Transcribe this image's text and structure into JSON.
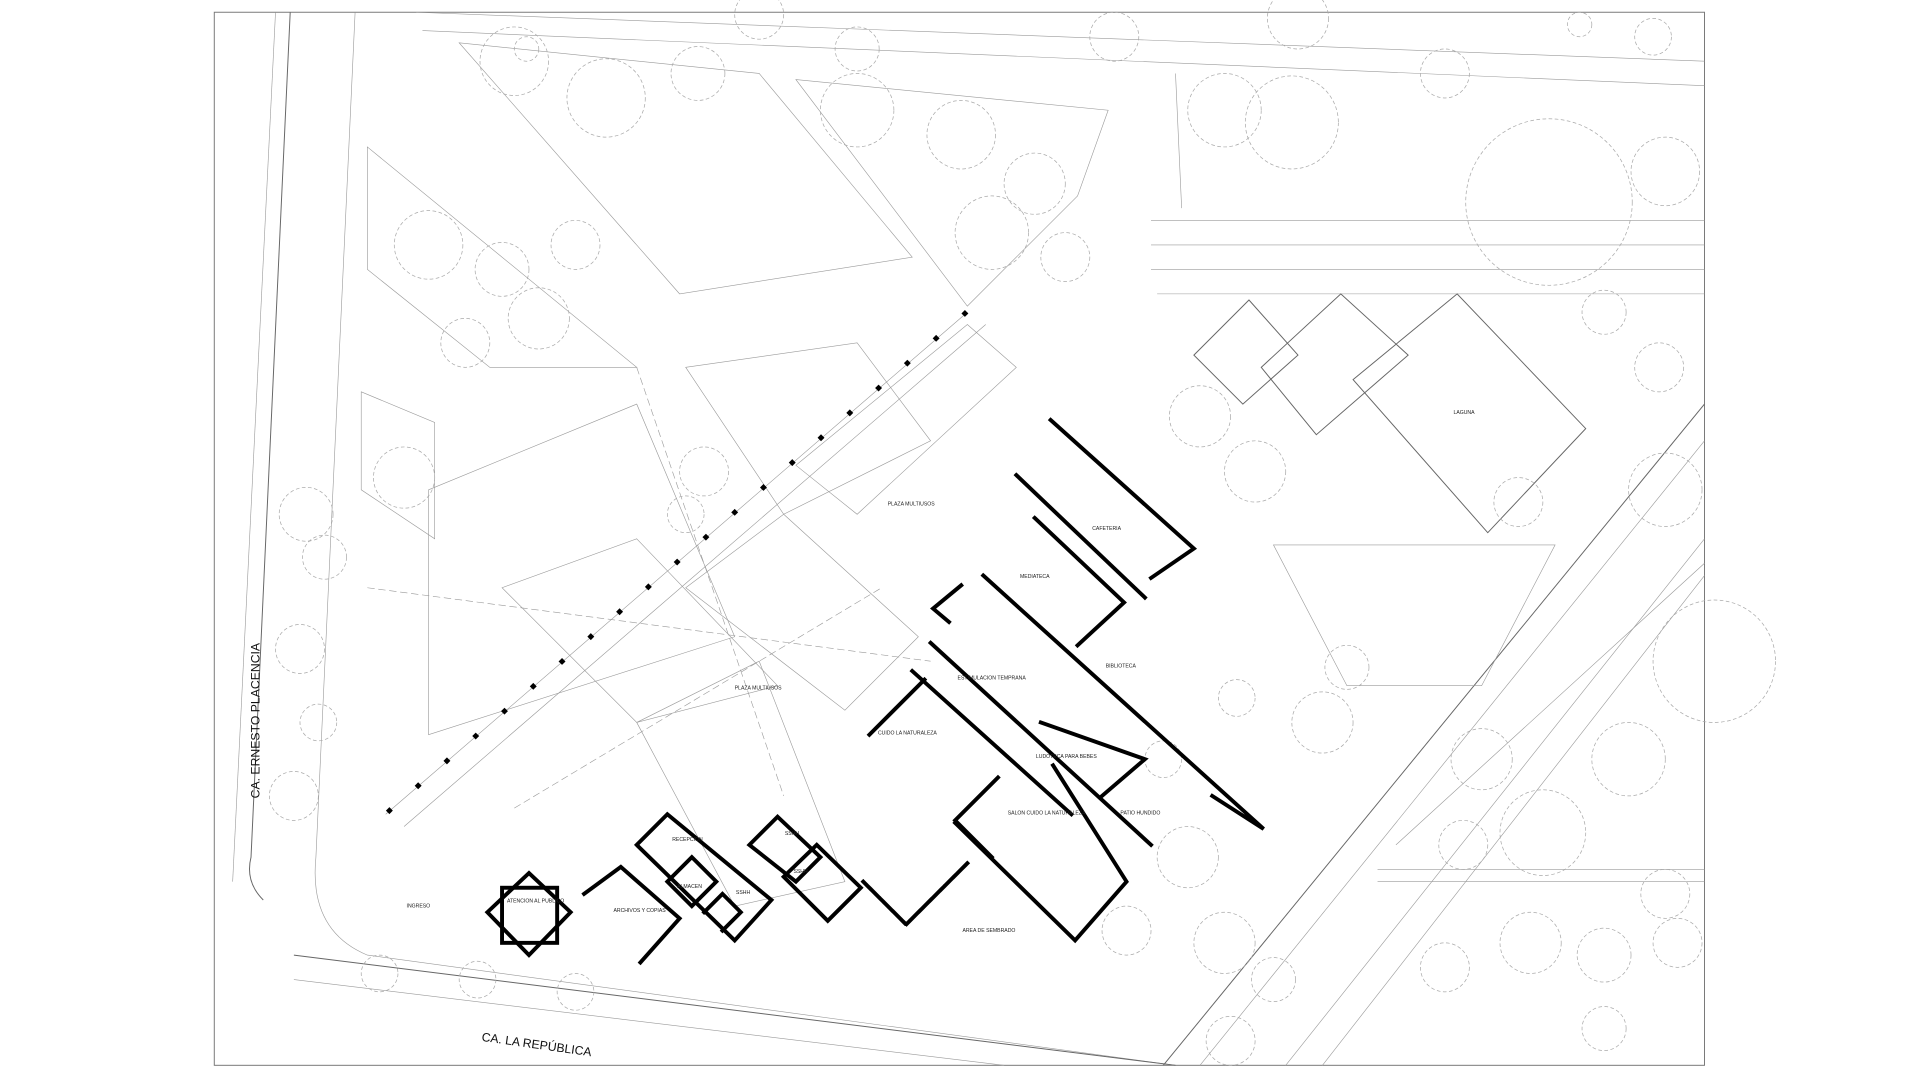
{
  "streets": {
    "west": "CA. ERNESTO PLACENCIA",
    "south": "CA. LA REPÚBLICA"
  },
  "spaces": {
    "laguna": "LAGUNA",
    "cafeteria": "CAFETERIA",
    "mediateca": "MEDIATECA",
    "biblioteca": "BIBLIOTECA",
    "estimulacion": "ESTIMULACION TEMPRANA",
    "plaza_north": "PLAZA MULTIUSOS",
    "plaza_center": "PLAZA MULTIUSOS",
    "ludoteca": "LUDOTECA PARA BEBES",
    "cuido": "CUIDO LA NATURALEZA",
    "salon_cuido": "SALON CUIDO LA NATURALEZA",
    "patio": "PATIO HUNDIDO",
    "recepcion": "RECEPCION",
    "sshh_1": "SSHH",
    "sshh_2": "SSHH",
    "sshh_3": "SSHH",
    "almacen": "ALMACEN",
    "atencion": "ATENCION AL PUBLICO",
    "archivos": "ARCHIVOS Y COPIAS",
    "ingreso": "INGRESO",
    "sembrado": "AREA DE SEMBRADO"
  },
  "colors": {
    "wall": "#000000",
    "line": "#9a9a9a",
    "background": "#ffffff"
  }
}
